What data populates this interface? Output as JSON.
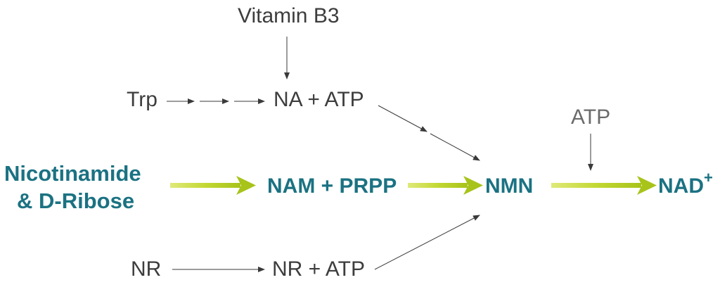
{
  "nodes": {
    "vitamin_b3": "Vitamin B3",
    "trp": "Trp",
    "na_atp": "NA + ATP",
    "atp_top": "ATP",
    "nicotinamide_line1": "Nicotinamide",
    "nicotinamide_line2": "& D-Ribose",
    "nam_prpp": "NAM + PRPP",
    "nmn": "NMN",
    "nad": "NAD",
    "nad_superscript": "+",
    "nr": "NR",
    "nr_atp": "NR + ATP"
  },
  "colors": {
    "primary_path_text": "#1b7282",
    "primary_arrow": "#b6cf1e",
    "secondary_text": "#3d3d3d",
    "thin_arrow": "#3a3a3a"
  }
}
